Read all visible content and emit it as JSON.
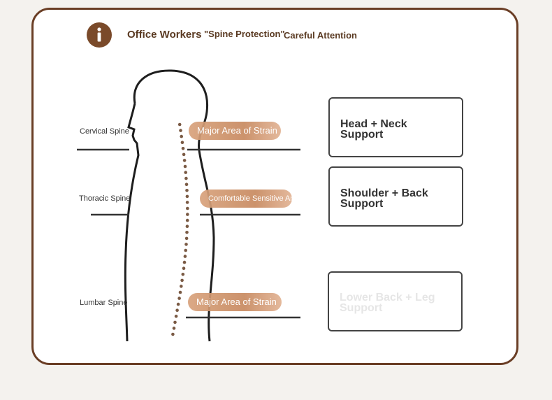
{
  "header": {
    "icon": "info-icon",
    "title_part1": "Office Workers",
    "title_part2": "\"Spine Protection\"",
    "title_part3": "Careful Attention"
  },
  "spine_sections": [
    {
      "label": "Cervical Spine",
      "pill": "Major Area of Strain"
    },
    {
      "label": "Thoracic Spine",
      "pill": "Comfortable Sensitive Area"
    },
    {
      "label": "Lumbar Spine",
      "pill": "Major Area of Strain"
    }
  ],
  "support_boxes": [
    {
      "line1": "Head + Neck",
      "line2": "Support"
    },
    {
      "line1": "Shoulder + Back",
      "line2": "Support"
    },
    {
      "line1": "Lower Back + Leg",
      "line2": "Support"
    }
  ],
  "colors": {
    "frame": "#6a3e25",
    "icon_bg": "#7a4a2a",
    "pill": "#c88a60",
    "spine_dots": "#7a5a44"
  }
}
